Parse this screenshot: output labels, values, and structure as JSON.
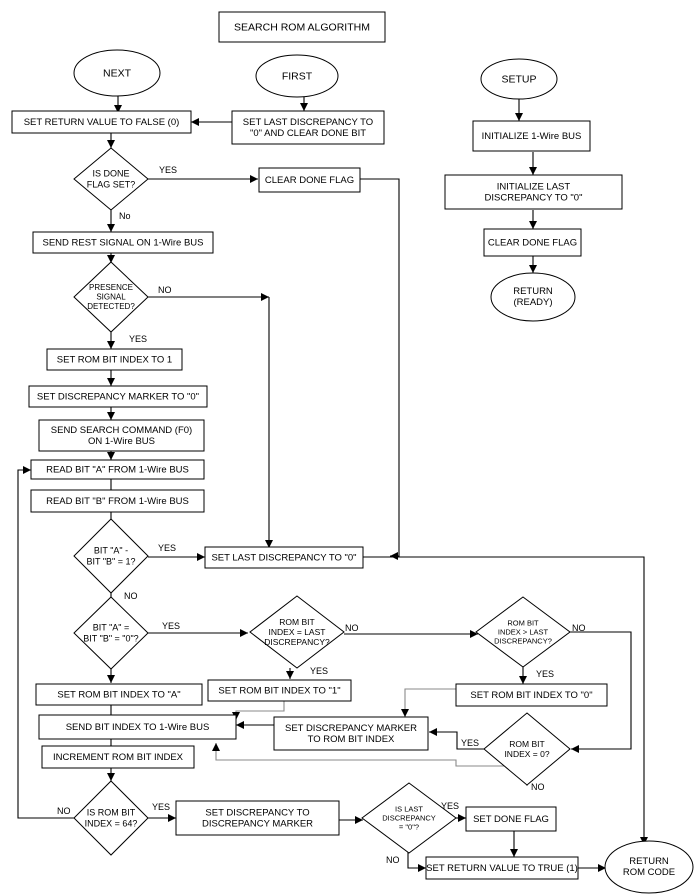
{
  "title": "SEARCH ROM ALGORITHM",
  "terminals": {
    "next": "NEXT",
    "first": "FIRST",
    "setup": "SETUP",
    "return_ready": [
      "RETURN",
      "(READY)"
    ],
    "return_rom_code": [
      "RETURN",
      "ROM CODE"
    ]
  },
  "processes": {
    "set_return_false": [
      "SET RETURN VALUE TO FALSE (0)"
    ],
    "set_last_disc_clear_done": [
      "SET LAST DISCREPANCY TO",
      "\"0\" AND CLEAR DONE BIT"
    ],
    "init_bus": [
      "INITIALIZE 1-Wire BUS"
    ],
    "init_last_disc": [
      "INITIALIZE LAST",
      "DISCREPANCY TO \"0\""
    ],
    "clear_done_flag_setup": [
      "CLEAR DONE FLAG"
    ],
    "clear_done_flag": [
      "CLEAR DONE FLAG"
    ],
    "send_reset": [
      "SEND REST SIGNAL ON 1-Wire BUS"
    ],
    "set_rom_bit_index_1": [
      "SET ROM BIT INDEX TO 1"
    ],
    "set_disc_marker_0": [
      "SET DISCREPANCY MARKER TO \"0\""
    ],
    "send_search_cmd": [
      "SEND SEARCH COMMAND (F0)",
      "ON 1-Wire BUS"
    ],
    "read_bit_a": [
      "READ BIT \"A\" FROM 1-Wire BUS"
    ],
    "read_bit_b": [
      "READ BIT \"B\" FROM 1-Wire BUS"
    ],
    "set_last_disc_0": [
      "SET LAST DISCREPANCY TO \"0\""
    ],
    "set_rom_bit_a": [
      "SET ROM BIT INDEX TO \"A\""
    ],
    "set_rom_bit_1": [
      "SET ROM BIT INDEX TO \"1\""
    ],
    "set_rom_bit_0": [
      "SET ROM BIT INDEX TO \"0\""
    ],
    "send_bit_index": [
      "SEND BIT INDEX TO 1-Wire BUS"
    ],
    "set_disc_marker_rom": [
      "SET DISCREPANCY MARKER",
      "TO ROM BIT INDEX"
    ],
    "increment_rom_bit": [
      "INCREMENT ROM BIT INDEX"
    ],
    "set_disc_to_marker": [
      "SET DISCREPANCY TO",
      "DISCREPANCY MARKER"
    ],
    "set_done_flag": [
      "SET DONE FLAG"
    ],
    "set_return_true": [
      "SET RETURN VALUE TO TRUE (1)"
    ]
  },
  "decisions": {
    "done_flag_set": [
      "IS DONE",
      "FLAG SET?"
    ],
    "presence_detected": [
      "PRESENCE",
      "SIGNAL",
      "DETECTED?"
    ],
    "a_minus_b": [
      "BIT \"A\" -",
      "BIT \"B\" = 1?"
    ],
    "a_equals_b": [
      "BIT \"A\" =",
      "BIT \"B\" = \"0\"?"
    ],
    "rom_eq_last": [
      "ROM BIT",
      "INDEX = LAST",
      "DISCREPANCY?"
    ],
    "rom_gt_last": [
      "ROM BIT",
      "INDEX > LAST",
      "DISCREPANCY?"
    ],
    "rom_bit_zero": [
      "ROM BIT",
      "INDEX = 0?"
    ],
    "rom_bit_64": [
      "IS ROM BIT",
      "INDEX = 64?"
    ],
    "last_disc_zero": [
      "IS LAST",
      "DISCREPANCY",
      "= \"0\"?"
    ]
  },
  "edge_labels": {
    "done_yes": "YES",
    "done_no": "No",
    "presence_no": "NO",
    "presence_yes": "YES",
    "amb_yes": "YES",
    "amb_no": "NO",
    "aeqb_yes": "YES",
    "romeq_no": "NO",
    "romeq_yes": "YES",
    "romgt_no": "NO",
    "romgt_yes": "YES",
    "romzero_yes": "YES",
    "romzero_no": "NO",
    "rom64_no": "NO",
    "rom64_yes": "YES",
    "lastzero_yes": "YES",
    "lastzero_no": "NO"
  }
}
